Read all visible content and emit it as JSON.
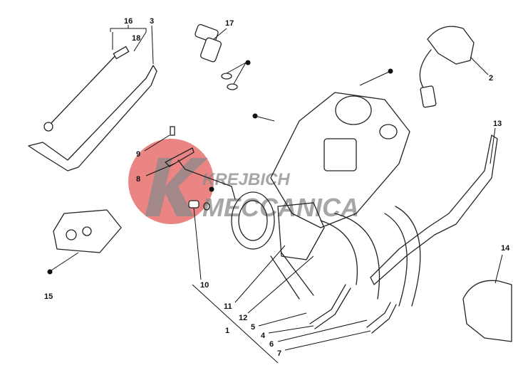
{
  "diagram": {
    "watermark": {
      "line1": "KREJBICH",
      "line2": "MECCANICA",
      "logo_letter": "K",
      "logo_color": "#e8706e"
    },
    "callouts": [
      {
        "id": "16",
        "label": "16"
      },
      {
        "id": "18",
        "label": "18"
      },
      {
        "id": "3",
        "label": "3"
      },
      {
        "id": "17",
        "label": "17"
      },
      {
        "id": "2",
        "label": "2"
      },
      {
        "id": "13",
        "label": "13"
      },
      {
        "id": "9",
        "label": "9"
      },
      {
        "id": "8",
        "label": "8"
      },
      {
        "id": "15",
        "label": "15"
      },
      {
        "id": "10",
        "label": "10"
      },
      {
        "id": "11",
        "label": "11"
      },
      {
        "id": "12",
        "label": "12"
      },
      {
        "id": "1",
        "label": "1"
      },
      {
        "id": "5",
        "label": "5"
      },
      {
        "id": "4",
        "label": "4"
      },
      {
        "id": "6",
        "label": "6"
      },
      {
        "id": "7",
        "label": "7"
      },
      {
        "id": "14",
        "label": "14"
      }
    ]
  }
}
